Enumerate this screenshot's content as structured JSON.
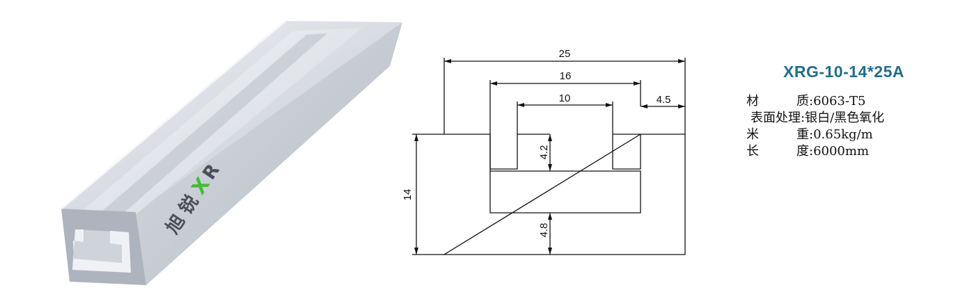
{
  "product": {
    "model": "XRG-10-14*25A",
    "brand_logo": {
      "chars": [
        "旭",
        "锐",
        "X",
        "R"
      ],
      "x_color": "#3fbf2f",
      "text_color": "#4a4f58"
    }
  },
  "specs": [
    {
      "label_a": "材",
      "label_b": "质",
      "value": ":6063-T5"
    },
    {
      "label_a": "表面处理",
      "label_b": "",
      "value": ":银白/黑色氧化"
    },
    {
      "label_a": "米",
      "label_b": "重",
      "value": ":0.65kg/m"
    },
    {
      "label_a": "长",
      "label_b": "度",
      "value": ":6000mm"
    }
  ],
  "dimensions": {
    "overall_width": "25",
    "slot_width": "16",
    "opening_width": "10",
    "lip_width": "4.5",
    "overall_height": "14",
    "opening_depth": "4.2",
    "base_thickness": "4.8"
  },
  "colors": {
    "model_text": "#1f6f8f",
    "drawing_line": "#111111",
    "aluminum": "#c9ced6"
  }
}
